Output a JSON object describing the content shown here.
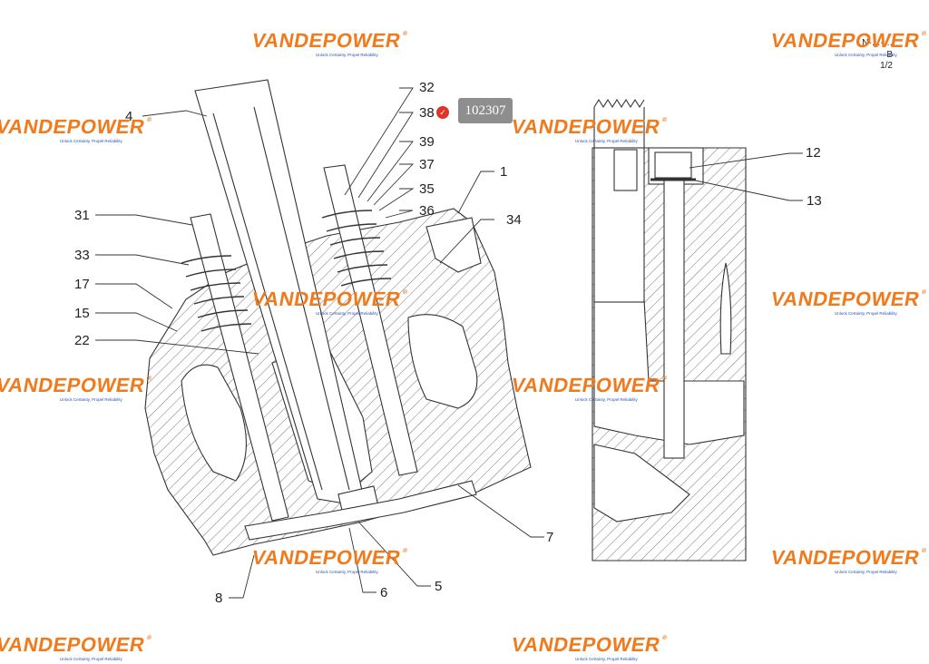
{
  "badge": {
    "text": "102307"
  },
  "sheet": {
    "code": "N-…-…",
    "rev": "B",
    "page": "1/2"
  },
  "watermark": {
    "brand": "VANDEPOWER",
    "reg": "®",
    "tagline": "Unlock Certainty, Propel Reliability"
  },
  "callouts": {
    "c4": "4",
    "c32": "32",
    "c38": "38",
    "c39": "39",
    "c37": "37",
    "c35": "35",
    "c36": "36",
    "c1": "1",
    "c34": "34",
    "c31": "31",
    "c33": "33",
    "c17": "17",
    "c15": "15",
    "c22": "22",
    "c7": "7",
    "c5": "5",
    "c6": "6",
    "c8": "8",
    "c12": "12",
    "c13": "13"
  }
}
